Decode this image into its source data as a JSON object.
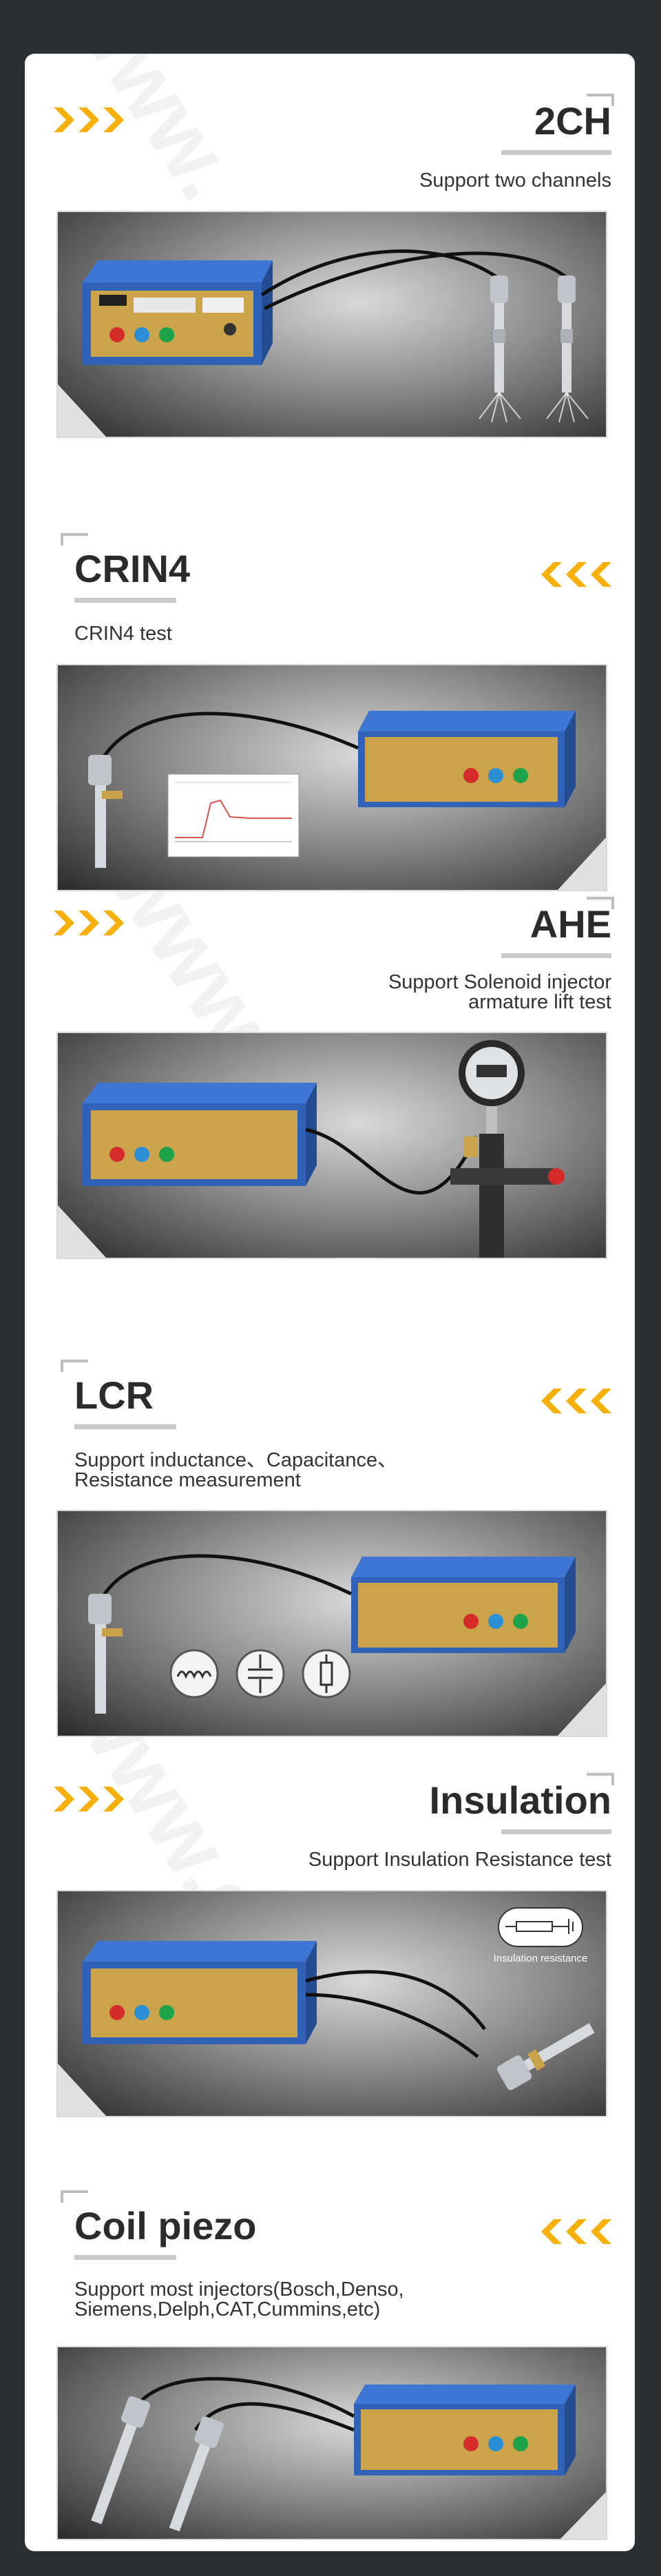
{
  "sections": [
    {
      "title": "2CH",
      "desc_lines": [
        "Support two channels"
      ]
    },
    {
      "title": "CRIN4",
      "desc_lines": [
        "CRIN4 test"
      ]
    },
    {
      "title": "AHE",
      "desc_lines": [
        "Support Solenoid injector",
        "armature lift test"
      ]
    },
    {
      "title": "LCR",
      "desc_lines": [
        "Support inductance、Capacitance、",
        "Resistance measurement"
      ]
    },
    {
      "title": "Insulation",
      "desc_lines": [
        "Support Insulation Resistance test"
      ],
      "badge_label": "Insulation resistance"
    },
    {
      "title": "Coil piezo",
      "desc_lines": [
        "Support most injectors(Bosch,Denso,",
        "Siemens,Delph,CAT,Cummins,etc)"
      ]
    }
  ],
  "colors": {
    "background": "#2d3033",
    "card": "#ffffff",
    "accent_arrow": "#f5b10a",
    "title": "#2b2b2b",
    "device_blue": "#2f62b8"
  },
  "icons": [
    "chevron-right-icon",
    "chevron-left-icon",
    "inductor-icon",
    "capacitor-icon",
    "resistor-icon"
  ]
}
